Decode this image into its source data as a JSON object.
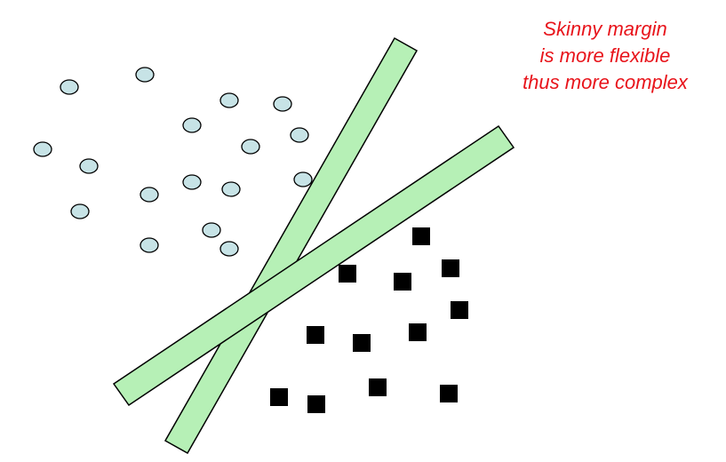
{
  "annotation": {
    "lines": [
      "Skinny margin",
      "is more flexible",
      "thus more complex"
    ],
    "color": "#e8141b"
  },
  "colors": {
    "margin_fill": "#b6f0b6",
    "margin_stroke": "#000000",
    "circle_fill": "#c7e3e6",
    "circle_stroke": "#000000",
    "square_fill": "#000000"
  }
}
